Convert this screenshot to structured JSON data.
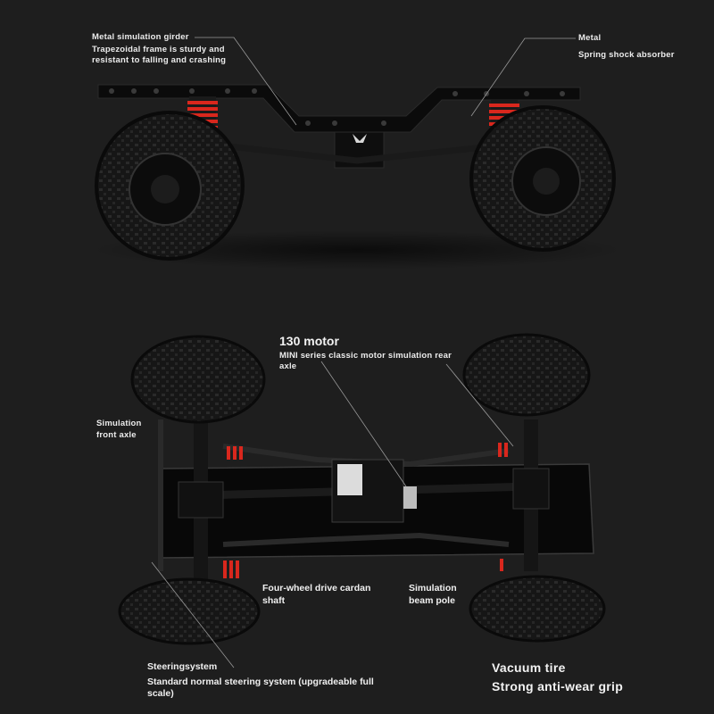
{
  "colors": {
    "background": "#1e1e1e",
    "chassis": "#0c0c0c",
    "tire": "#151515",
    "spring_red": "#d9271d",
    "text": "#ececec"
  },
  "top_labels": {
    "girder_title": "Metal simulation girder",
    "girder_desc_1": "Trapezoidal frame is sturdy and",
    "girder_desc_2": "resistant to falling and crashing",
    "metal_title": "Metal",
    "metal_desc": "Spring shock absorber"
  },
  "bottom_labels": {
    "motor_title": "130 motor",
    "motor_desc_1": "MINI series classic motor simulation rear",
    "motor_desc_2": "axle",
    "front_axle_1": "Simulation",
    "front_axle_2": "front axle",
    "cardan_1": "Four-wheel drive cardan",
    "cardan_2": "shaft",
    "beam_1": "Simulation",
    "beam_2": "beam pole",
    "steering_title": "Steeringsystem",
    "steering_desc_1": "Standard normal steering system (upgradeable full",
    "steering_desc_2": "scale)",
    "tire_title": "Vacuum tire",
    "tire_desc": "Strong anti-wear grip"
  }
}
